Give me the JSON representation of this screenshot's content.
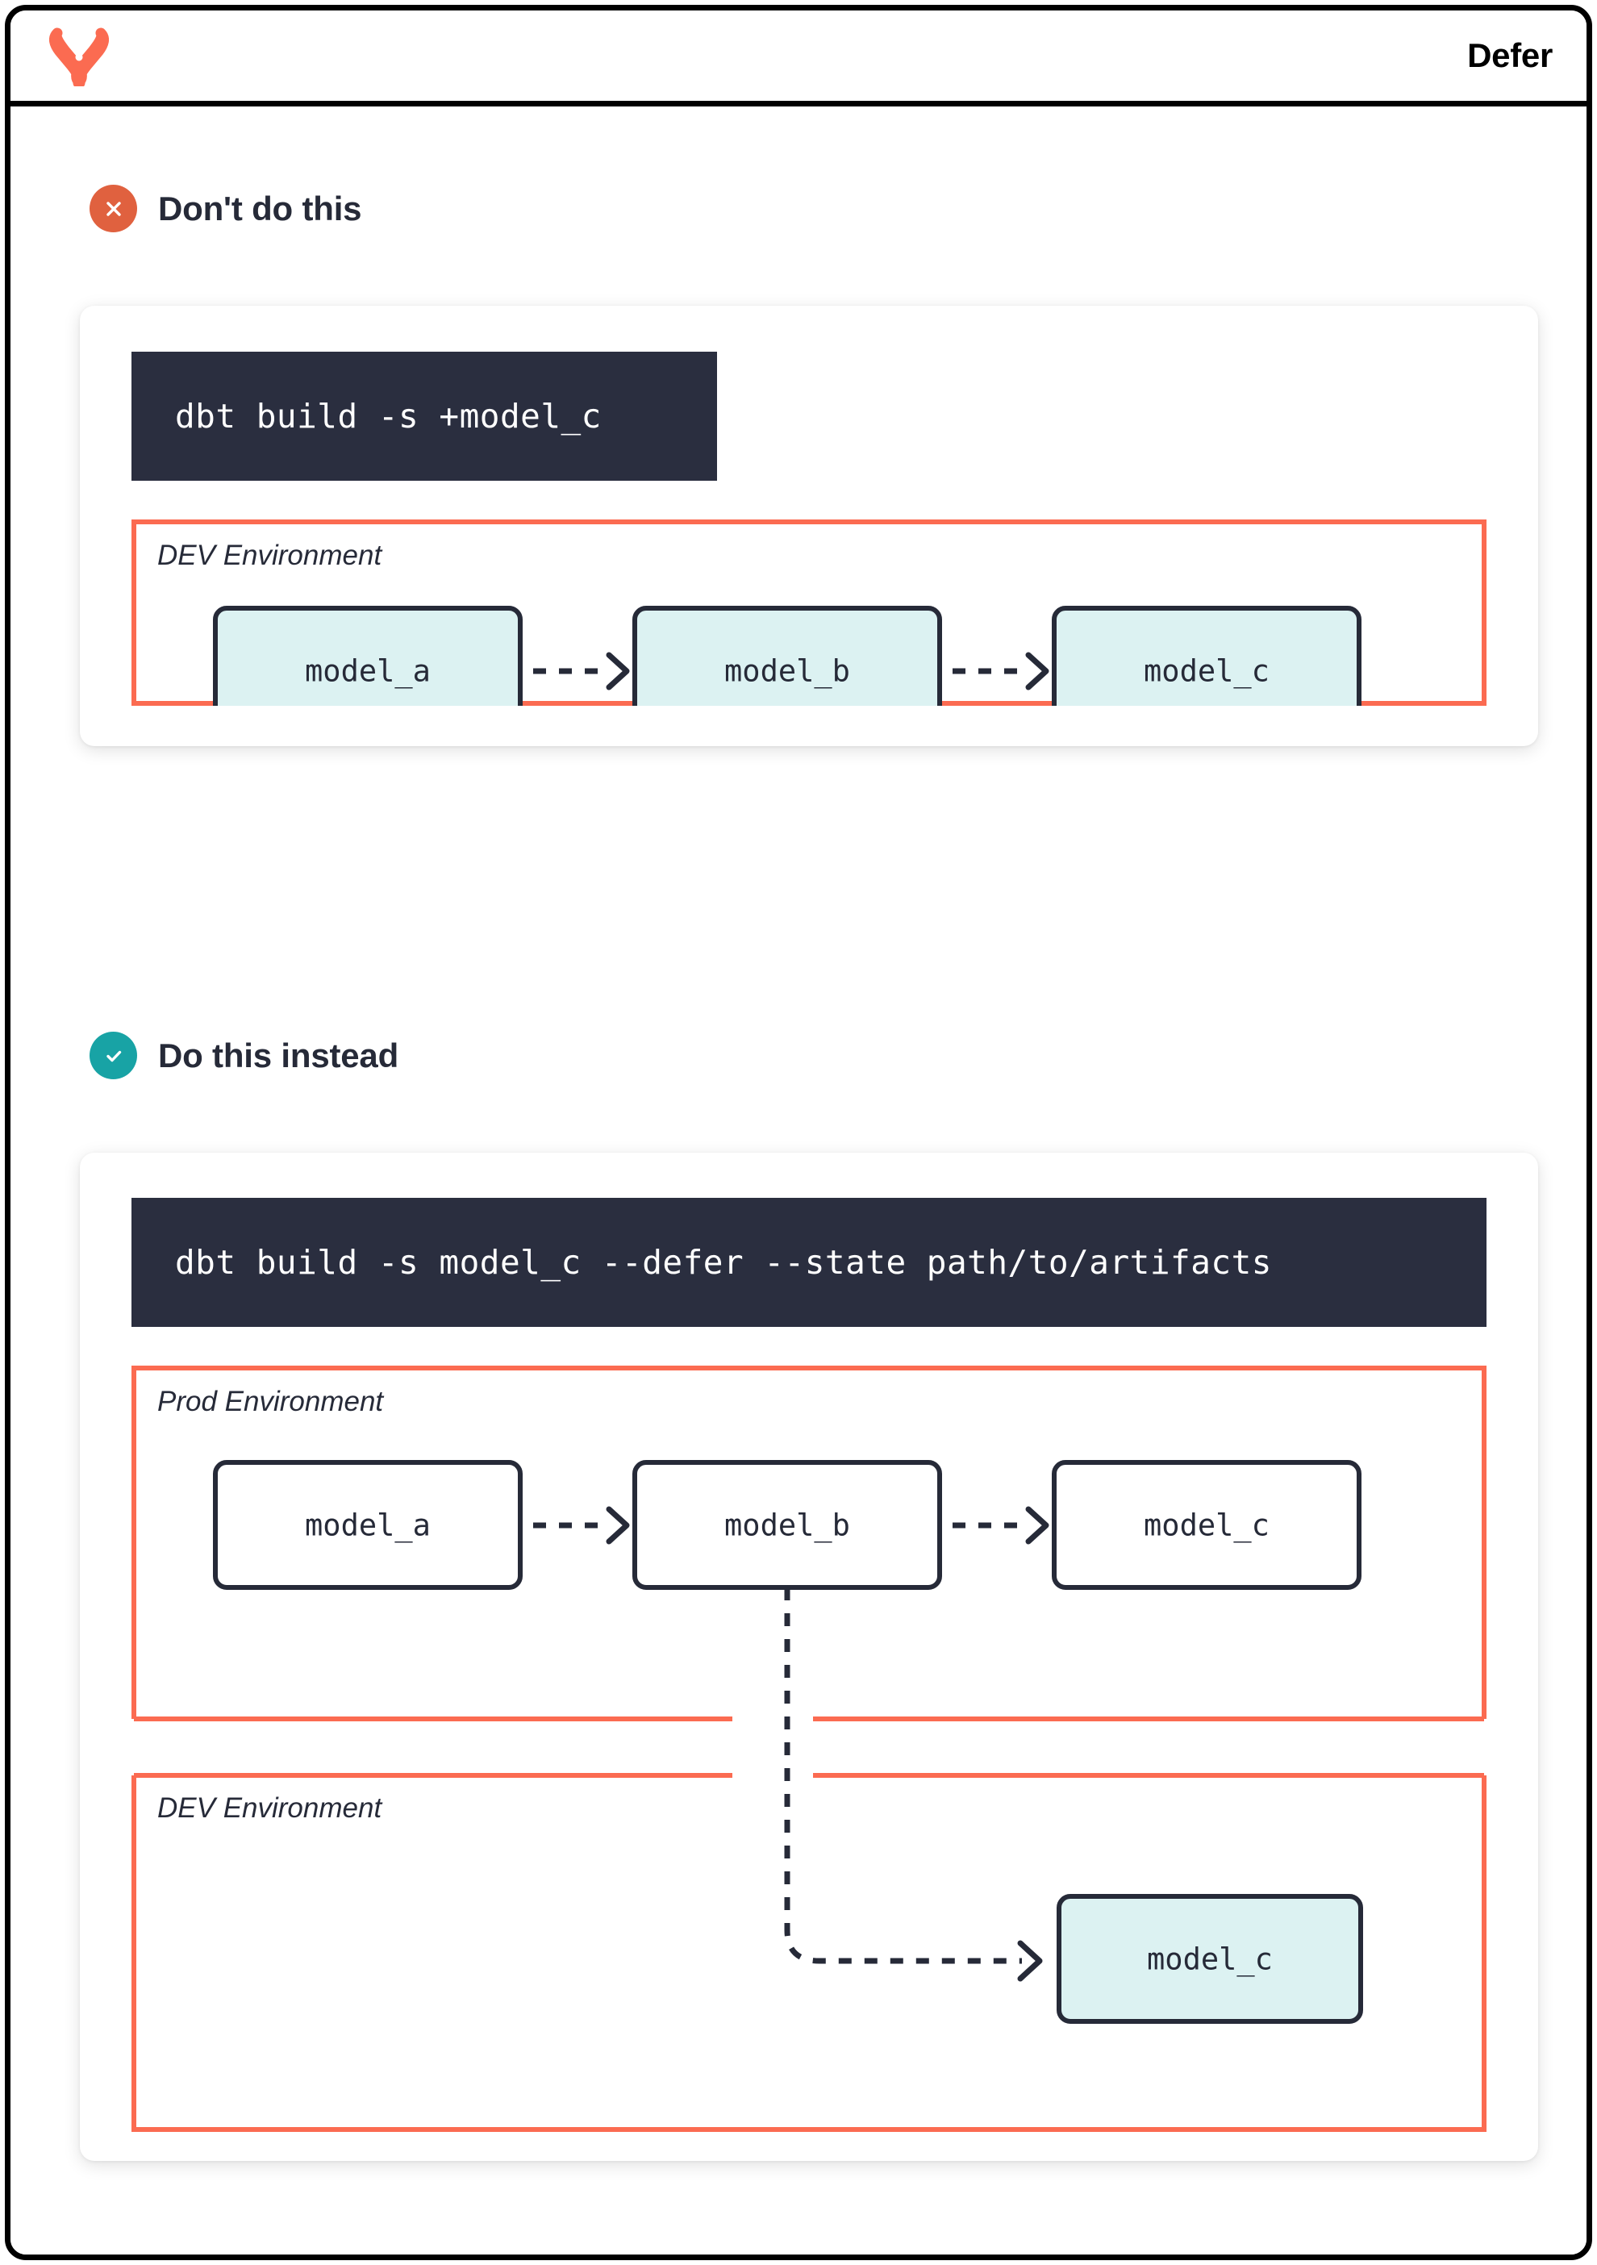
{
  "header": {
    "logo_name": "dbt-logo-icon",
    "title": "Defer",
    "logo_color": "#fb6b51",
    "border_color": "#000000"
  },
  "theme": {
    "accent_orange": "#fb6b51",
    "dark": "#262a38",
    "code_bg": "#2a2e3f",
    "node_fill_cyan": "#dcf2f2",
    "node_fill_white": "#ffffff",
    "badge_bad": "#e0613f",
    "badge_good": "#18a3a5"
  },
  "sections": [
    {
      "id": "dont",
      "icon": "x-circle-icon",
      "title": "Don't do this",
      "command": "dbt build -s +model_c",
      "environments": [
        {
          "label": "DEV Environment",
          "nodes": [
            {
              "label": "model_a",
              "fill": "cyan"
            },
            {
              "label": "model_b",
              "fill": "cyan"
            },
            {
              "label": "model_c",
              "fill": "cyan"
            }
          ],
          "edges": [
            {
              "from": "model_a",
              "to": "model_b",
              "style": "dashed"
            },
            {
              "from": "model_b",
              "to": "model_c",
              "style": "dashed"
            }
          ]
        }
      ]
    },
    {
      "id": "do",
      "icon": "check-circle-icon",
      "title": "Do this instead",
      "command": "dbt build -s model_c --defer --state path/to/artifacts",
      "environments": [
        {
          "label": "Prod Environment",
          "nodes": [
            {
              "label": "model_a",
              "fill": "white"
            },
            {
              "label": "model_b",
              "fill": "white"
            },
            {
              "label": "model_c",
              "fill": "white"
            }
          ],
          "edges": [
            {
              "from": "model_a",
              "to": "model_b",
              "style": "dashed"
            },
            {
              "from": "model_b",
              "to": "model_c",
              "style": "dashed"
            }
          ]
        },
        {
          "label": "DEV Environment",
          "nodes": [
            {
              "label": "model_c",
              "fill": "cyan"
            }
          ],
          "edges": [
            {
              "from": "prod.model_b",
              "to": "dev.model_c",
              "style": "dashed-crossenv"
            }
          ]
        }
      ]
    }
  ]
}
